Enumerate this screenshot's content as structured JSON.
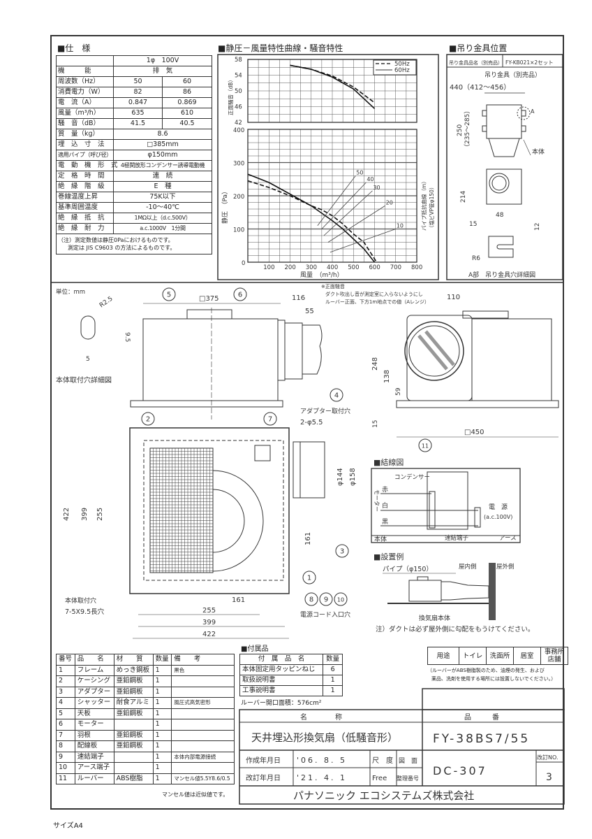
{
  "spec": {
    "title": "■仕　様",
    "voltage": "1φ　100V",
    "rows": [
      {
        "label": "機　　　能",
        "value": "排　気"
      },
      {
        "label": "周波数（Hz）",
        "v50": "50",
        "v60": "60"
      },
      {
        "label": "消費電力（W）",
        "v50": "82",
        "v60": "86"
      },
      {
        "label": "電　流（A）",
        "v50": "0.847",
        "v60": "0.869"
      },
      {
        "label": "風量（m³/h）",
        "v50": "635",
        "v60": "610"
      },
      {
        "label": "騒　音（dB）",
        "v50": "41.5",
        "v60": "40.5"
      },
      {
        "label": "質　量（kg）",
        "value": "8.6"
      },
      {
        "label": "埋　込　寸　法",
        "value": "□385mm"
      },
      {
        "label": "適用パイプ（呼び径）",
        "value": "φ150mm"
      },
      {
        "label": "電　動　機　形　式",
        "value": "4極関放形コンデンサー誘導電動機"
      },
      {
        "label": "定　格　時　間",
        "value": "連　続"
      },
      {
        "label": "絶　縁　階　級",
        "value": "E　種"
      },
      {
        "label": "巻線温度上昇",
        "value": "75K以下"
      },
      {
        "label": "基準周囲温度",
        "value": "-10〜40℃"
      },
      {
        "label": "絶　縁　抵　抗",
        "value": "1MΩ以上（d.c.500V）"
      },
      {
        "label": "絶　縁　耐　力",
        "value": "a.c.1000V　1分間"
      }
    ],
    "note1": "（注）測定数値は静圧0Paにおけるものです。",
    "note2": "測定は JIS C9603 の方法によるものです。"
  },
  "performance": {
    "title": "■静圧－風量特性曲線・騒音特性",
    "legend": [
      "50Hz",
      "60Hz"
    ],
    "noise_ylabel": "正面騒音（dB）",
    "noise_ticks": [
      "58",
      "54",
      "50",
      "46",
      "42"
    ],
    "pressure_ylabel": "静圧　（Pa）",
    "pressure_ticks": [
      "400",
      "300",
      "200",
      "100",
      "0"
    ],
    "x_ticks": [
      "100",
      "200",
      "300",
      "400",
      "500",
      "600",
      "700",
      "800"
    ],
    "xlabel": "風量　（m³/h）",
    "right_label": "パイプ抵抗曲線（m）",
    "right_label2": "（塩ビVP管φ150）",
    "pipe_labels": [
      "50",
      "40",
      "30",
      "20",
      "10"
    ]
  },
  "chart_data": {
    "type": "line",
    "xlim": [
      0,
      800
    ],
    "noise": {
      "ylim": [
        42,
        58
      ],
      "series": [
        {
          "name": "50Hz",
          "x": [
            200,
            300,
            400,
            500,
            600
          ],
          "y": [
            56.5,
            55.5,
            53.8,
            51.0,
            47.0
          ]
        },
        {
          "name": "60Hz",
          "x": [
            200,
            300,
            400,
            500,
            600
          ],
          "y": [
            56.5,
            55.5,
            53.5,
            50.5,
            45.5
          ]
        }
      ]
    },
    "pressure": {
      "ylim": [
        0,
        400
      ],
      "series": [
        {
          "name": "50Hz",
          "x": [
            0,
            100,
            200,
            300,
            350,
            400,
            450,
            500,
            550,
            580,
            610
          ],
          "y": [
            245,
            225,
            200,
            170,
            158,
            140,
            115,
            85,
            60,
            30,
            0
          ]
        },
        {
          "name": "60Hz",
          "x": [
            0,
            100,
            200,
            300,
            400,
            450,
            500,
            550,
            600
          ],
          "y": [
            265,
            240,
            205,
            170,
            125,
            100,
            70,
            40,
            0
          ]
        }
      ],
      "pipe_resistance": [
        {
          "name": "50",
          "x": [
            330,
            510
          ],
          "y": [
            110,
            260
          ]
        },
        {
          "name": "40",
          "x": [
            350,
            560
          ],
          "y": [
            100,
            240
          ]
        },
        {
          "name": "30",
          "x": [
            360,
            590
          ],
          "y": [
            80,
            215
          ]
        },
        {
          "name": "20",
          "x": [
            380,
            650
          ],
          "y": [
            60,
            170
          ]
        },
        {
          "name": "10",
          "x": [
            390,
            700
          ],
          "y": [
            30,
            100
          ]
        }
      ]
    }
  },
  "hanger": {
    "title": "■吊り金具位置",
    "name_label": "吊り金具品名（別売品）",
    "name_value": "FY-KB021×2セット",
    "part_label": "吊り金具（別売品）",
    "dim_width": "440（412〜456）",
    "dim_height": "250",
    "dim_height_range": "（235〜285）",
    "detail_mark": "A",
    "body_label": "本体",
    "dim_214": "214",
    "dim_48": "48",
    "dim_15": "15",
    "dim_12": "12",
    "dim_r6": "R6",
    "detail_caption": "A部　吊り金具穴詳細図"
  },
  "drawing": {
    "unit": "単位：mm",
    "hole_r": "R2.5",
    "hole_h": "9.5",
    "hole_w": "5",
    "hole_caption": "本体取付穴詳細図",
    "dim_375": "□375",
    "dim_116": "116",
    "dim_55": "55",
    "noise_note1": "※正面騒音",
    "noise_note2": "ダクト吹出し音が測定室に入らないようにし",
    "noise_note3": "ルーバー正面、下方1m地点での値（Aレンジ）",
    "dim_110": "110",
    "dim_248": "248",
    "dim_138": "138",
    "dim_59": "59",
    "dim_15": "15",
    "dim_450": "□450",
    "adapter_hole1": "アダプター取付穴",
    "adapter_hole2": "2-φ5.5",
    "dim_144": "φ144",
    "dim_158": "φ158",
    "dim_422v": "422",
    "dim_399v": "399",
    "dim_255v": "255",
    "dim_161v": "161",
    "dim_161h": "161",
    "dim_255h": "255",
    "dim_399h": "399",
    "dim_422h": "422",
    "body_hole1": "本体取付穴",
    "body_hole2": "7-5X9.5長穴",
    "cord_hole": "電源コード入口穴",
    "callouts": [
      "1",
      "2",
      "3",
      "4",
      "5",
      "6",
      "7",
      "8",
      "9",
      "10",
      "11"
    ]
  },
  "wiring": {
    "title": "■結線図",
    "condenser": "コンデンサー",
    "red": "赤",
    "white": "白",
    "black": "黒",
    "motor": "モーター",
    "body": "本体",
    "terminal": "速結端子",
    "power": "電　源",
    "power_spec": "(a.c.100V)",
    "earth": "アース"
  },
  "install": {
    "title": "■設置例",
    "pipe": "パイプ（φ150）",
    "indoor": "屋内側",
    "outdoor": "屋外側",
    "body": "換気扇本体",
    "note": "注）ダクトは必ず屋外側に勾配をもうけてください。"
  },
  "parts": {
    "headers": [
      "番号",
      "品　　名",
      "材　　質",
      "数量",
      "備　　考"
    ],
    "rows": [
      [
        "1",
        "フレーム",
        "めっき鋼板",
        "1",
        "黒色"
      ],
      [
        "2",
        "ケーシング",
        "亜鉛鋼板",
        "1",
        ""
      ],
      [
        "3",
        "アダプター",
        "亜鉛鋼板",
        "1",
        ""
      ],
      [
        "4",
        "シャッター",
        "耐食アルミ",
        "1",
        "風圧式高気密形"
      ],
      [
        "5",
        "天板",
        "亜鉛鋼板",
        "1",
        ""
      ],
      [
        "6",
        "モーター",
        "",
        "1",
        ""
      ],
      [
        "7",
        "羽根",
        "亜鉛鋼板",
        "1",
        ""
      ],
      [
        "8",
        "配線板",
        "亜鉛鋼板",
        "1",
        ""
      ],
      [
        "9",
        "速結端子",
        "",
        "1",
        "本体内部電源接続"
      ],
      [
        "10",
        "アース端子",
        "",
        "1",
        ""
      ],
      [
        "11",
        "ルーバー",
        "ABS樹脂",
        "1",
        "マンセル値5.5Y8.6/0.5"
      ]
    ],
    "munsell_note": "マンセル値は近似値です。"
  },
  "accessories": {
    "title": "■付属品",
    "headers": [
      "付　属　品　名",
      "数量"
    ],
    "rows": [
      [
        "本体固定用タッピンねじ",
        "6"
      ],
      [
        "取扱説明書",
        "1"
      ],
      [
        "工事説明書",
        "1"
      ]
    ],
    "louver_area": "ルーバー開口面積：576cm²"
  },
  "usage": {
    "cells": [
      "用途",
      "トイレ",
      "洗面所",
      "居室",
      "事務所\n店舗"
    ],
    "note1": "（ルーバーがABS樹脂製のため、油煙の発生、および",
    "note2": "薬品、洗剤を使用する場所には設置しないでください。）"
  },
  "title_block": {
    "name_header": "名　　　　称",
    "product_name": "天井埋込形換気扇（低騒音形）",
    "number_header": "品　　　番",
    "product_number": "FY-38BS7/55",
    "created_label": "作成年月日",
    "created_date": "'06. 8. 5",
    "revised_label": "改訂年月日",
    "revised_date": "'21. 4. 1",
    "scale_label": "尺　度",
    "scale_value": "Free",
    "drawing_label": "図　面",
    "drawing_label2": "整理番号",
    "drawing_number": "DC-307",
    "revision_label": "改訂NO.",
    "revision_number": "3",
    "company": "パナソニック エコシステムズ株式会社"
  },
  "paper_size": "サイズA4"
}
